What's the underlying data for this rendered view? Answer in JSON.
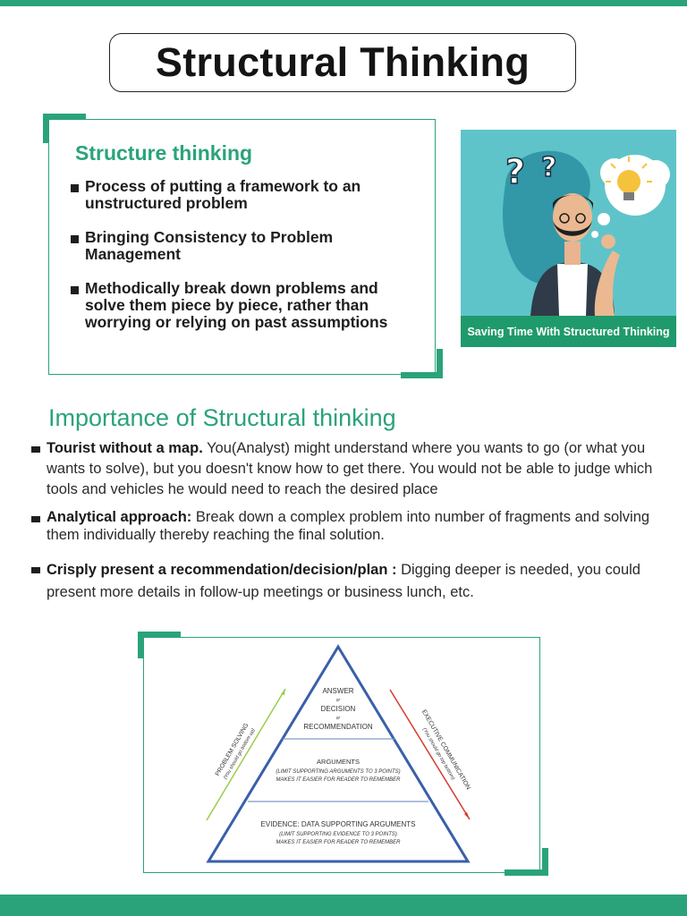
{
  "title": "Structural Thinking",
  "structure_card": {
    "heading": "Structure thinking",
    "bullets": [
      "Process of putting a framework to an unstructured problem",
      "Bringing Consistency to Problem Management",
      "Methodically break down problems and solve them piece by piece, rather than worrying or relying on past assumptions"
    ]
  },
  "illustration": {
    "caption": "Saving Time With Structured Thinking",
    "icons": [
      "question-mark-icon",
      "lightbulb-icon",
      "thinking-man-illustration"
    ]
  },
  "importance": {
    "heading": "Importance of Structural thinking",
    "items": [
      {
        "lead": "Tourist without a map.",
        "text": " You(Analyst) might understand where you wants to go (or what you wants to solve), but you doesn't know how to get there. You would not be able to judge which tools and vehicles he would need to reach the desired place"
      },
      {
        "lead": "Analytical approach:",
        "text": " Break down a complex problem into number of fragments and solving them individually thereby reaching the final solution."
      },
      {
        "lead": "Crisply present a recommendation/decision/plan :",
        "text": " Digging deeper is needed, you could present more details in follow-up meetings or business lunch, etc."
      }
    ]
  },
  "pyramid": {
    "top": [
      "ANSWER",
      "or",
      "DECISION",
      "or",
      "RECOMMENDATION"
    ],
    "middle": [
      "ARGUMENTS",
      "(LIMIT SUPPORTING ARGUMENTS TO 3 POINTS)",
      "MAKES IT EASIER FOR READER TO REMEMBER"
    ],
    "bottom": [
      "EVIDENCE: DATA SUPPORTING ARGUMENTS",
      "(LIMIT SUPPORTING EVIDENCE TO 3 POINTS)",
      "MAKES IT EASIER FOR READER TO REMEMBER"
    ],
    "left_label": "PROBLEM SOLVING",
    "left_sub": "(You should go bottom up)",
    "right_label": "EXECUTIVE COMMUNICATION",
    "right_sub": "(You should go top bottom)"
  },
  "colors": {
    "accent": "#2aa37a",
    "caption_bg": "#1f9a6c",
    "illustration_bg": "#5fc4c9",
    "pyramid_stroke": "#3a5faa",
    "arrow_left": "#9ccc4a",
    "arrow_right": "#d83a2e"
  }
}
